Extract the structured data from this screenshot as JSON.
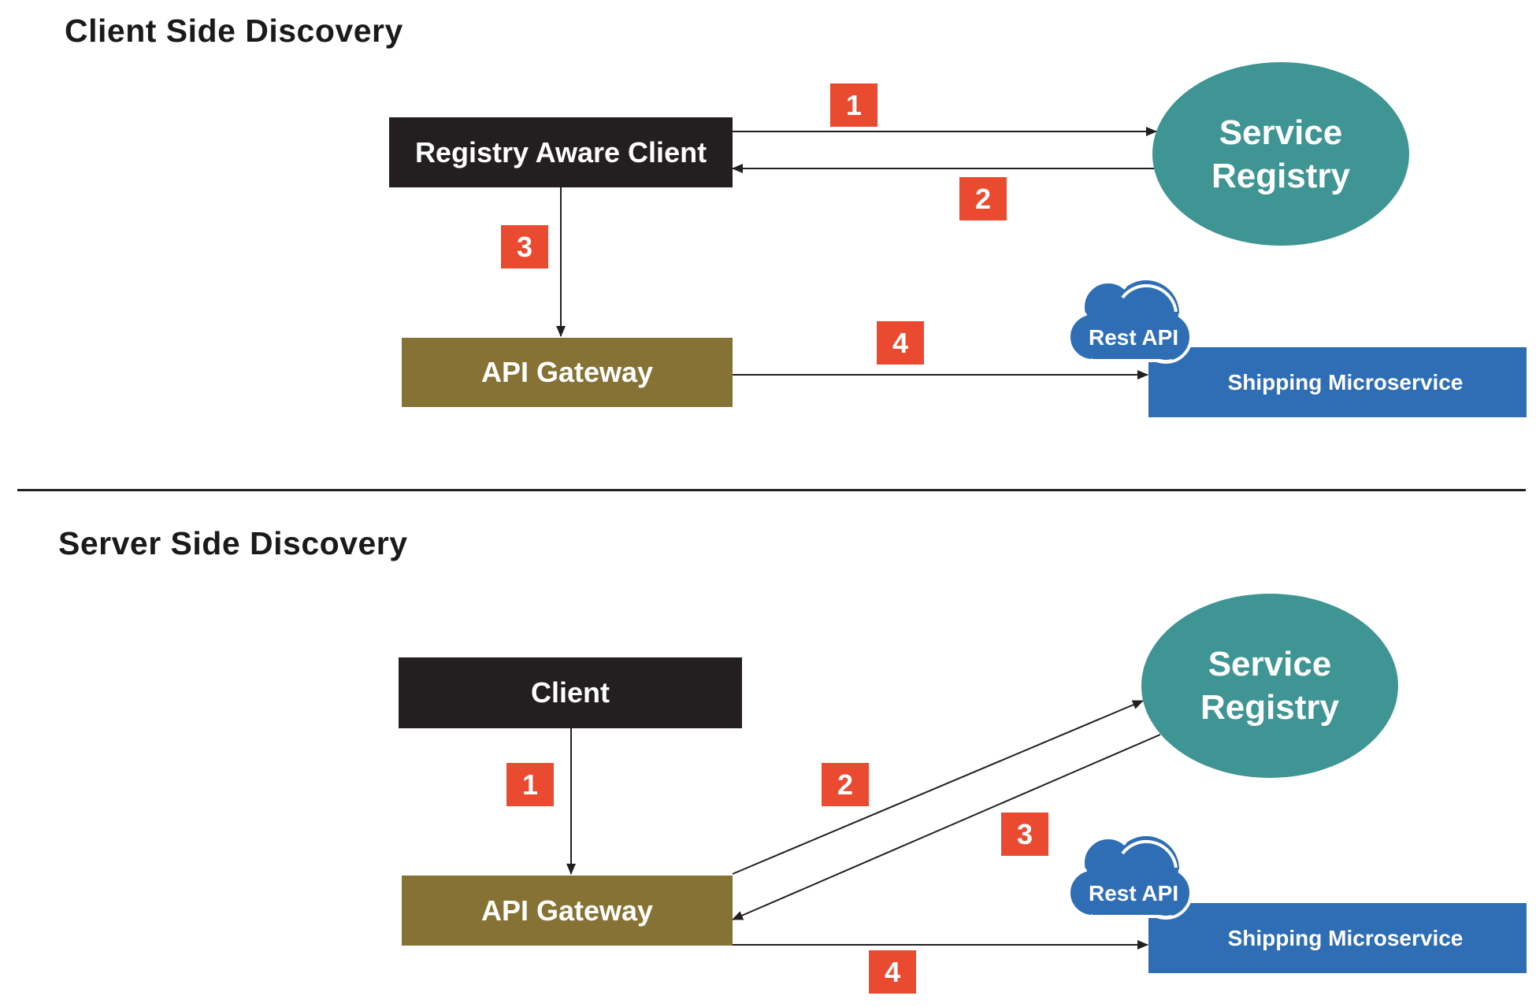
{
  "client_side": {
    "title": "Client Side Discovery",
    "client_box": "Registry Aware Client",
    "registry": {
      "line1": "Service",
      "line2": "Registry"
    },
    "gateway": "API Gateway",
    "microservice": "Shipping Microservice",
    "cloud_label": "Rest API",
    "steps": [
      "1",
      "2",
      "3",
      "4"
    ]
  },
  "server_side": {
    "title": "Server Side Discovery",
    "client_box": "Client",
    "registry": {
      "line1": "Service",
      "line2": "Registry"
    },
    "gateway": "API Gateway",
    "microservice": "Shipping Microservice",
    "cloud_label": "Rest API",
    "steps": [
      "1",
      "2",
      "3",
      "4"
    ]
  },
  "colors": {
    "client_box": "#231f20",
    "gateway": "#857234",
    "registry": "#3f9594",
    "microservice": "#2f6db5",
    "step_badge": "#ea4a2f",
    "cloud": "#2f6db5"
  }
}
